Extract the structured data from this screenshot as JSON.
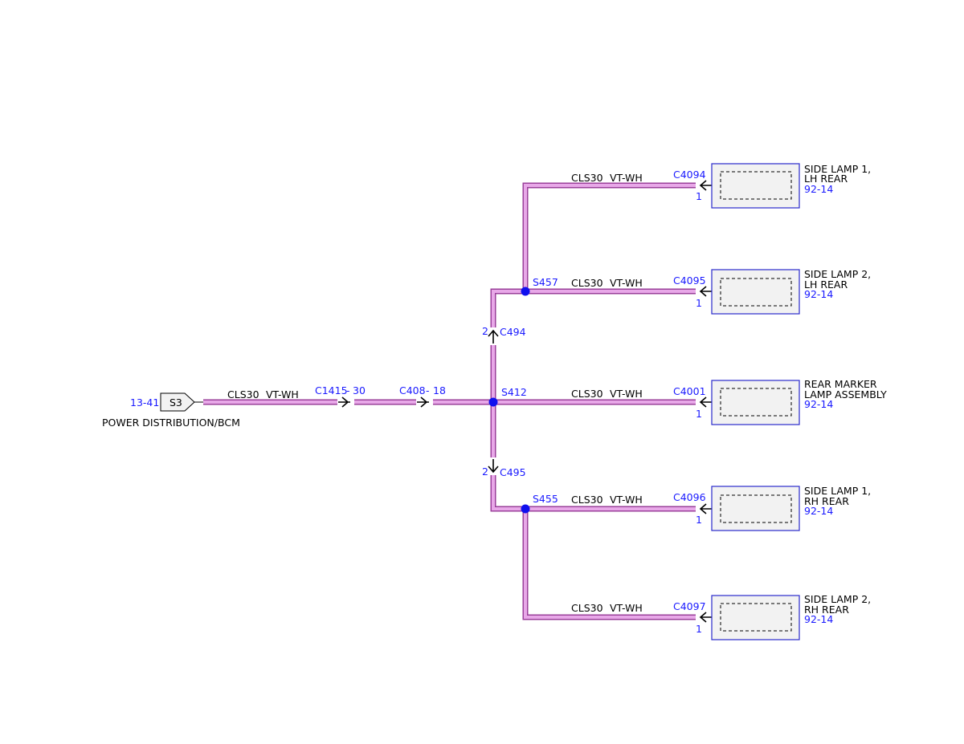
{
  "source": {
    "ref": "13-41",
    "pin": "S3",
    "name": "POWER DISTRIBUTION/BCM"
  },
  "wire": {
    "circuit": "CLS30",
    "color": "VT-WH"
  },
  "inline_connectors": [
    {
      "id": "C1415",
      "pin": "30"
    },
    {
      "id": "C408",
      "pin": "18"
    },
    {
      "id": "C494",
      "pin": "2"
    },
    {
      "id": "C495",
      "pin": "2"
    }
  ],
  "splices": [
    "S412",
    "S457",
    "S455"
  ],
  "loads": [
    {
      "connector": "C4094",
      "pin": "1",
      "name_line1": "SIDE LAMP 1,",
      "name_line2": "LH REAR",
      "ref": "92-14"
    },
    {
      "connector": "C4095",
      "pin": "1",
      "name_line1": "SIDE LAMP 2,",
      "name_line2": "LH REAR",
      "ref": "92-14"
    },
    {
      "connector": "C4001",
      "pin": "1",
      "name_line1": "REAR MARKER",
      "name_line2": "LAMP ASSEMBLY",
      "ref": "92-14"
    },
    {
      "connector": "C4096",
      "pin": "1",
      "name_line1": "SIDE LAMP 1,",
      "name_line2": "RH REAR",
      "ref": "92-14"
    },
    {
      "connector": "C4097",
      "pin": "1",
      "name_line1": "SIDE LAMP 2,",
      "name_line2": "RH REAR",
      "ref": "92-14"
    }
  ],
  "colors": {
    "wire_fill": "#e8a8e8",
    "wire_edge": "#9a3f9a",
    "label_blue": "#1a1aff",
    "splice": "#1010ee",
    "component_border": "#2a2acc"
  }
}
